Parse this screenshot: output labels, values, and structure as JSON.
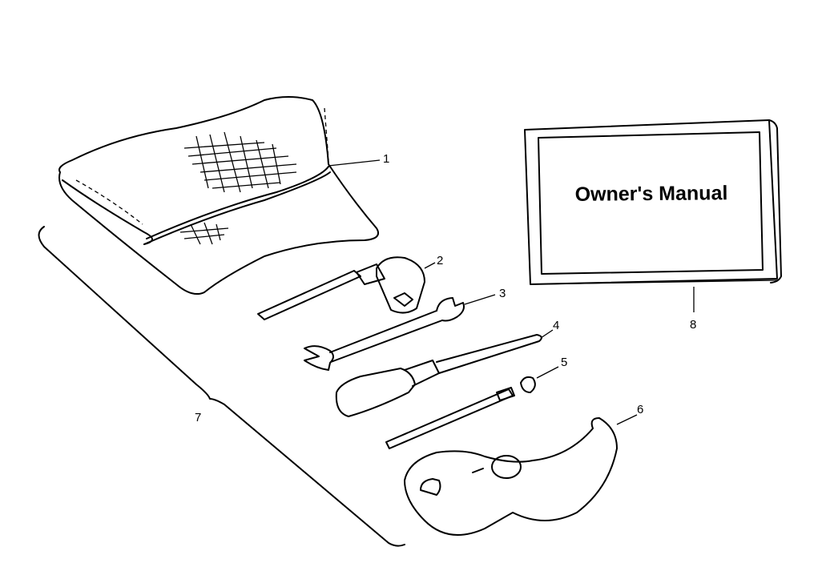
{
  "diagram": {
    "manual_cover_text": "Owner's Manual",
    "callouts": [
      "1",
      "2",
      "3",
      "4",
      "5",
      "6",
      "7",
      "8"
    ]
  }
}
